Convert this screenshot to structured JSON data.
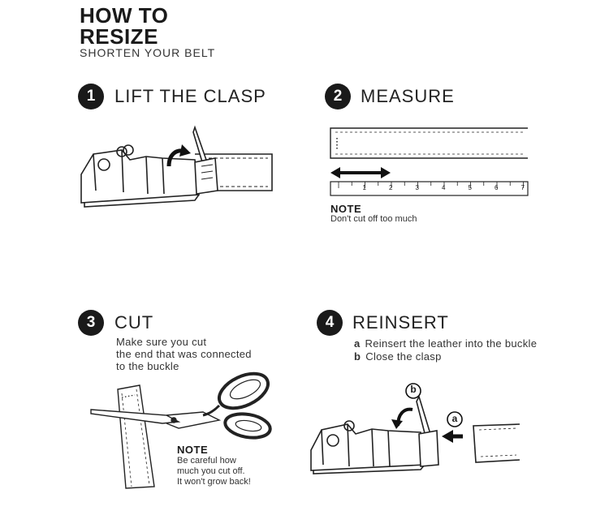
{
  "header": {
    "title_line1": "HOW TO",
    "title_line2": "RESIZE",
    "subtitle": "SHORTEN YOUR BELT"
  },
  "steps": [
    {
      "number": "1",
      "title": "LIFT THE CLASP"
    },
    {
      "number": "2",
      "title": "MEASURE",
      "note_heading": "NOTE",
      "note_text": "Don't cut off too much",
      "ruler_ticks": [
        "1",
        "2",
        "3",
        "4",
        "5",
        "6",
        "7"
      ]
    },
    {
      "number": "3",
      "title": "CUT",
      "text_line1": "Make sure you cut",
      "text_line2": "the end that was connected",
      "text_line3": "to the buckle",
      "note_heading": "NOTE",
      "note_line1": "Be careful how",
      "note_line2": "much you cut off.",
      "note_line3": "It won't grow back!"
    },
    {
      "number": "4",
      "title": "REINSERT",
      "items": [
        {
          "marker": "a",
          "text": "Reinsert the leather into the buckle"
        },
        {
          "marker": "b",
          "text": "Close the clasp"
        }
      ],
      "callout_a": "a",
      "callout_b": "b"
    }
  ],
  "icons": [
    "buckle-illustration",
    "belt-strap",
    "ruler",
    "double-arrow",
    "scissors",
    "arrow-left",
    "curved-arrow"
  ]
}
